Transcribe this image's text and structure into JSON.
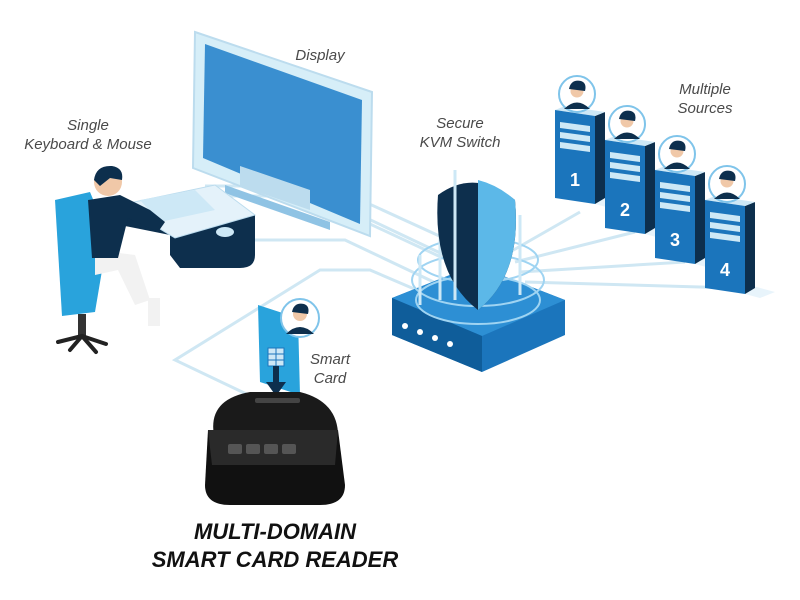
{
  "labels": {
    "display": "Display",
    "keyboard_mouse": [
      "Single",
      "Keyboard & Mouse"
    ],
    "kvm_switch": [
      "Secure",
      "KVM Switch"
    ],
    "sources": [
      "Multiple",
      "Sources"
    ],
    "smart_card": [
      "Smart",
      "Card"
    ]
  },
  "source_numbers": [
    "1",
    "2",
    "3",
    "4"
  ],
  "title": [
    "MULTI-DOMAIN",
    "SMART CARD READER"
  ],
  "colors": {
    "primary_blue": "#1b75bc",
    "light_blue": "#cde8f6",
    "dark_navy": "#0d2f4d",
    "reader_black": "#1a1a1a",
    "label_gray": "#4a4a4a"
  },
  "icons": [
    "person-at-desk-icon",
    "monitor-icon",
    "shield-icon",
    "server-tower-icon",
    "avatar-icon",
    "smart-card-icon",
    "card-reader-icon"
  ]
}
